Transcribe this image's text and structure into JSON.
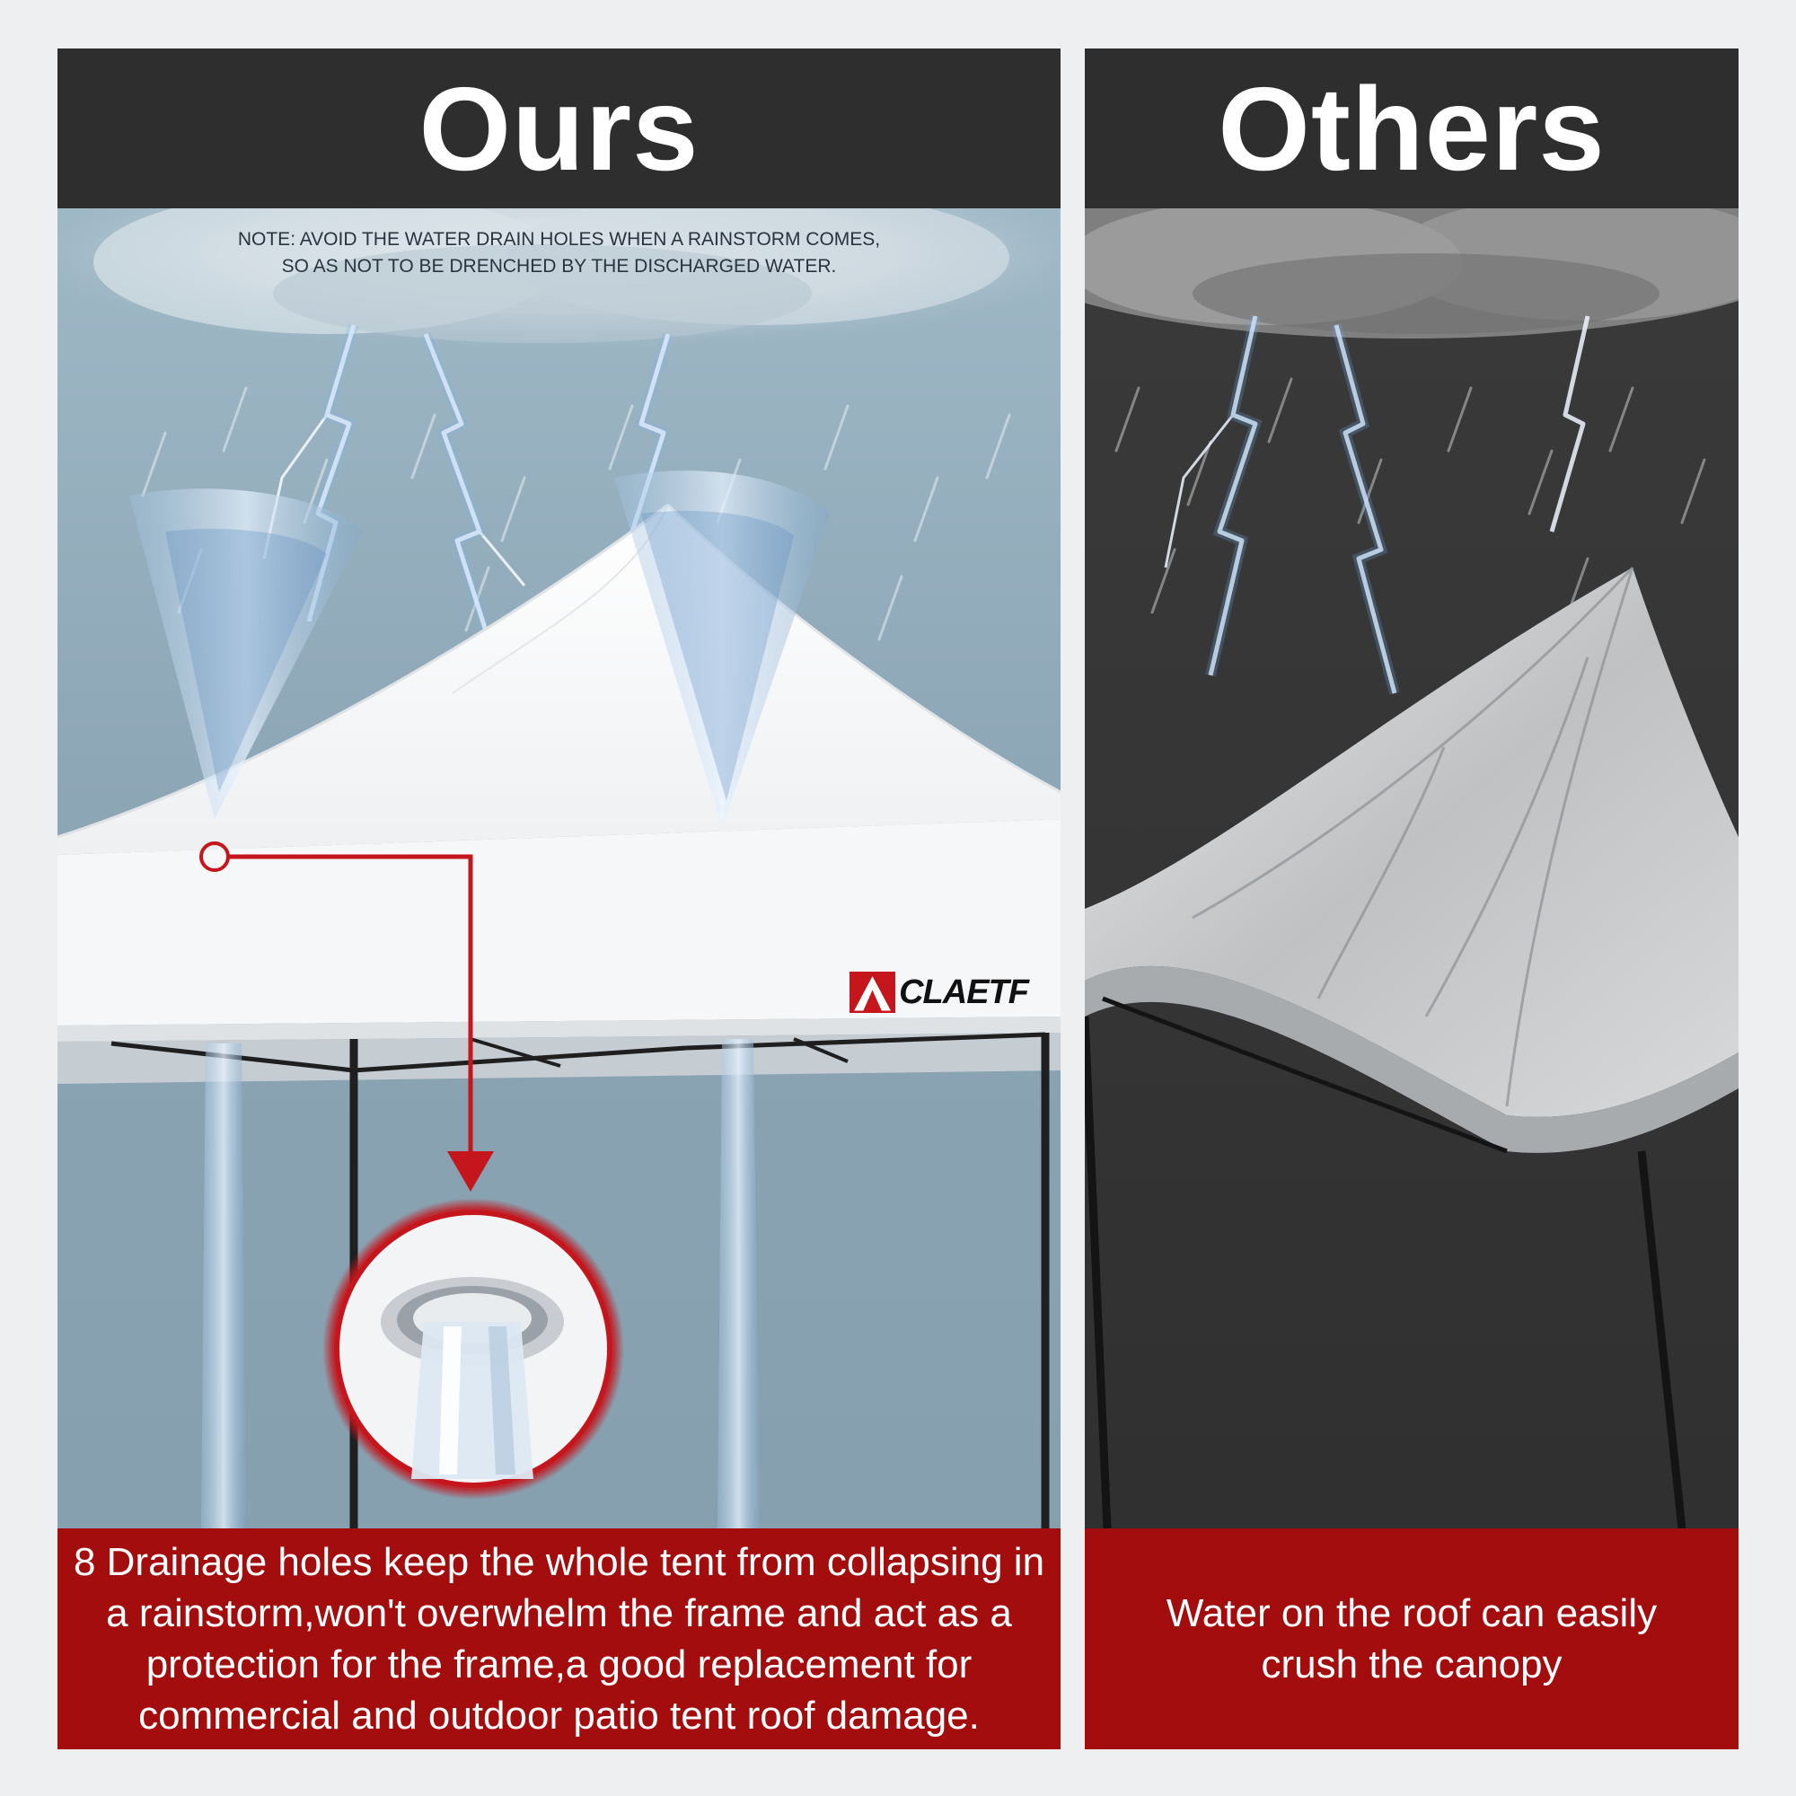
{
  "ours": {
    "title": "Ours",
    "note_line1": "NOTE: AVOID THE WATER DRAIN HOLES WHEN A RAINSTORM COMES,",
    "note_line2": "SO AS NOT TO BE DRENCHED BY THE DISCHARGED WATER.",
    "brand": "CLAETF",
    "caption": "8 Drainage holes keep the whole tent from collapsing in a rainstorm,won't overwhelm the frame and act as a protection for the frame,a good replacement for commercial and outdoor patio tent roof damage."
  },
  "others": {
    "title": "Others",
    "caption": "Water on the roof can easily crush the canopy"
  },
  "colors": {
    "header_bg": "#2e2e2e",
    "caption_bg": "#a30d0d",
    "highlight": "#c4161c",
    "ours_sky": "#8aa3b3",
    "others_sky": "#333333"
  },
  "icons": [
    "storm-cloud-icon",
    "lightning-icon",
    "water-vortex-icon",
    "drain-hole-icon",
    "arrow-down-icon"
  ]
}
